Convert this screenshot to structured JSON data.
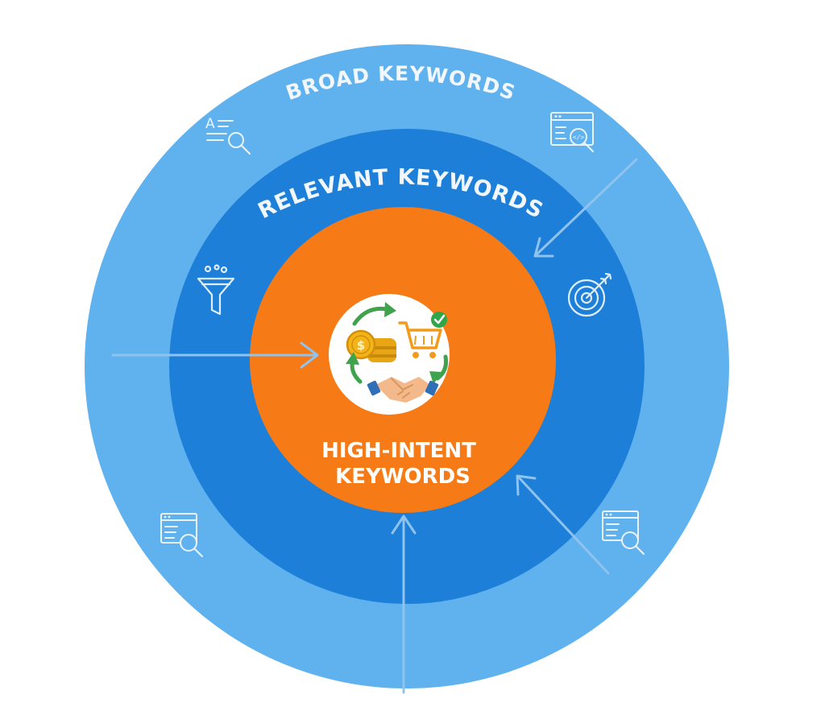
{
  "rings": {
    "outer": {
      "label": "BROAD KEYWORDS",
      "color": "#5fb2ee"
    },
    "middle": {
      "label": "RELEVANT KEYWORDS",
      "color": "#1e7fd9"
    },
    "core": {
      "label_line1": "HIGH-INTENT",
      "label_line2": "KEYWORDS",
      "color": "#f67a16"
    }
  },
  "icons": {
    "outer_top_left": "text-search-icon",
    "outer_top_right": "code-window-search-icon",
    "middle_left": "funnel-icon",
    "middle_right": "target-icon",
    "outer_bottom_left": "browser-search-icon",
    "outer_bottom_right": "browser-search-icon",
    "center": [
      "coins-icon",
      "shopping-cart-icon",
      "check-badge-icon",
      "handshake-icon",
      "cycle-arrows-icon"
    ]
  },
  "center_symbols": {
    "coin_symbol": "$",
    "code_symbol": "</>"
  },
  "colors": {
    "background": "#ffffff",
    "arrow": "#8fc3ee",
    "icon_stroke": "#eaf3fc",
    "cycle_arrow": "#3fa34d",
    "coin": "#f2b418",
    "cart": "#f49a1a",
    "check": "#2fa64a"
  }
}
